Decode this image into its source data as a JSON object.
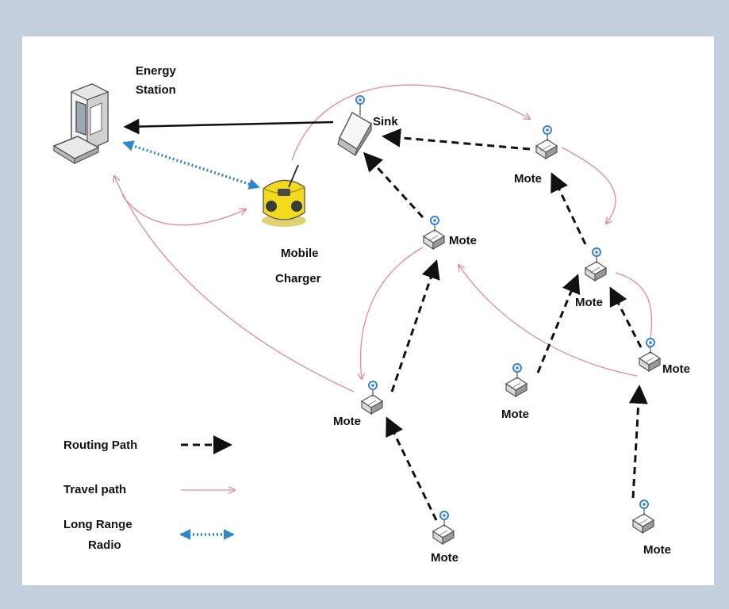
{
  "labels": {
    "energy_station_line1": "Energy",
    "energy_station_line2": "Station",
    "mobile_charger_line1": "Mobile",
    "mobile_charger_line2": "Charger",
    "sink": "Sink",
    "mote": "Mote"
  },
  "legend": {
    "routing_path": "Routing Path",
    "travel_path": "Travel path",
    "long_range_radio_line1": "Long Range",
    "long_range_radio_line2": "Radio"
  },
  "colors": {
    "routing": "#111111",
    "travel": "#e58a93",
    "radio": "#2f86c9",
    "charger": "#f2da1c",
    "antenna": "#3a7fd6",
    "background": "#c3cfdc"
  },
  "icons": {
    "energy_station": "computer-icon",
    "mobile_charger": "robot-charger-icon",
    "sink": "sink-node-icon",
    "mote": "mote-sensor-icon"
  }
}
